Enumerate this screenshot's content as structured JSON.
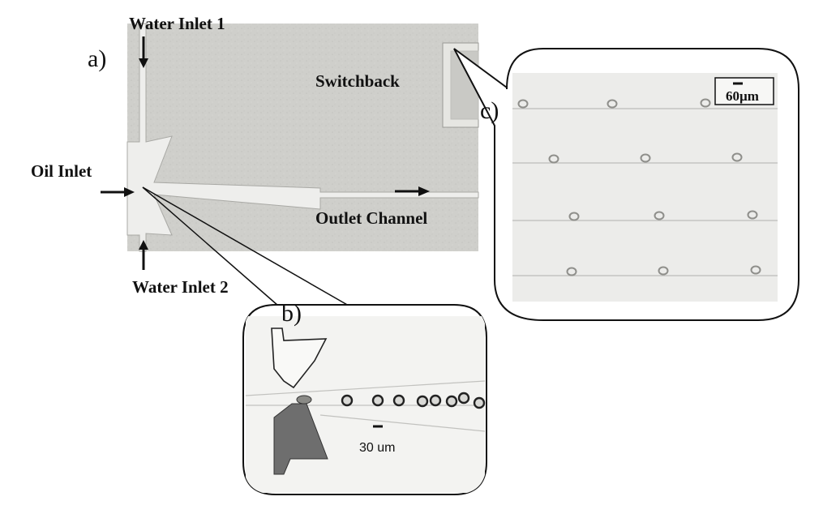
{
  "panel_a": {
    "tag": "a)",
    "water_inlet_1": "Water Inlet 1",
    "water_inlet_2": "Water Inlet 2",
    "oil_inlet": "Oil Inlet",
    "switchback": "Switchback",
    "outlet_channel": "Outlet Channel"
  },
  "panel_b": {
    "tag": "b)",
    "scale_label": "30 um"
  },
  "panel_c": {
    "tag": "c)",
    "scale_label": "60µm"
  },
  "colors": {
    "chip_background": "#cfcfcb",
    "channel": "#eeeeec",
    "water_fill": "#6e6e6e",
    "line": "#111111"
  }
}
